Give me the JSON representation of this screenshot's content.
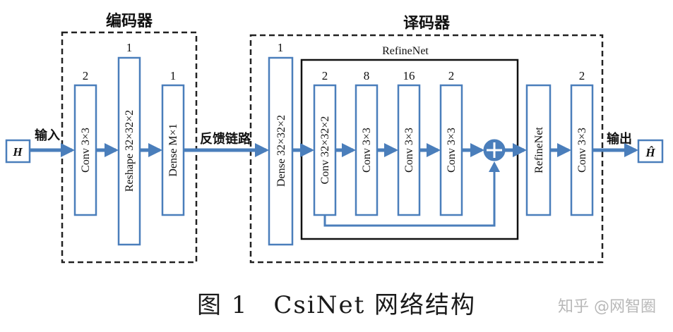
{
  "encoder_title": "编码器",
  "decoder_title": "译码器",
  "refinenet_title": "RefineNet",
  "input_symbol": "H",
  "output_symbol": "Ĥ",
  "input_label": "输入",
  "output_label": "输出",
  "feedback_label": "反馈链路",
  "encoder_blocks": [
    {
      "label": "Conv 3×3",
      "top": "2"
    },
    {
      "label": "Reshape 32×32×2",
      "top": "1"
    },
    {
      "label": "Dense M×1",
      "top": "1"
    }
  ],
  "decoder_dense": {
    "label": "Dense 32×32×2",
    "top": "1"
  },
  "refine_blocks": [
    {
      "label": "Conv 32×32×2",
      "top": "2"
    },
    {
      "label": "Conv 3×3",
      "top": "8"
    },
    {
      "label": "Conv 3×3",
      "top": "16"
    },
    {
      "label": "Conv 3×3",
      "top": "2"
    }
  ],
  "second_refinenet": {
    "label": "RefineNet"
  },
  "final_conv": {
    "label": "Conv 3×3",
    "top": "2"
  },
  "caption": "图 1　CsiNet 网络结构",
  "watermark": "知乎 @网智圈",
  "colors": {
    "block_stroke": "#4a7ebb",
    "arrow": "#4a7ebb",
    "dashed": "#222222"
  }
}
